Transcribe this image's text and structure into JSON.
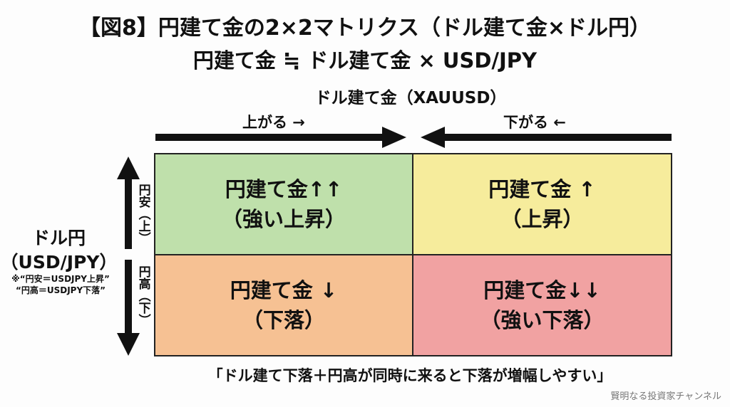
{
  "title": "【図8】円建て金の2×2マトリクス（ドル建て金×ドル円）",
  "subtitle": "円建て金 ≒ ドル建て金 × USD/JPY",
  "x_axis": {
    "label": "ドル建て金（XAUUSD）",
    "left": "上がる →",
    "right": "下がる ←"
  },
  "y_axis": {
    "label_line1": "ドル円",
    "label_line2": "（USD/JPY）",
    "note1": "※“円安＝USDJPY上昇”",
    "note2": "“円高＝USDJPY下落”",
    "top": "円安（上）",
    "bottom": "円高（下）"
  },
  "cells": [
    {
      "line1": "円建て金↑↑",
      "line2": "（強い上昇）",
      "color": "#bfe0ab"
    },
    {
      "line1": "円建て金 ↑",
      "line2": "（上昇）",
      "color": "#f6ec9c"
    },
    {
      "line1": "円建て金 ↓",
      "line2": "（下落）",
      "color": "#f6c193"
    },
    {
      "line1": "円建て金↓↓",
      "line2": "（強い下落）",
      "color": "#f1a2a2"
    }
  ],
  "footer": "「ドル建て下落＋円高が同時に来ると下落が増幅しやすい」",
  "brand": "賢明なる投資家チャンネル"
}
